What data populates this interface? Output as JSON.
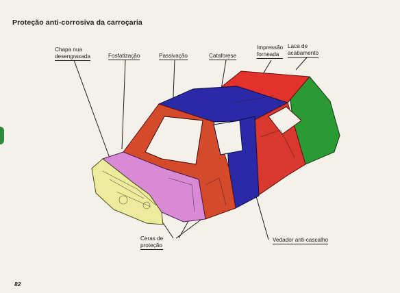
{
  "page": {
    "title": "Proteção anti-corrosiva da carroçaria",
    "page_number": "82"
  },
  "labels": {
    "chapa_nua": [
      "Chapa nua",
      "desengraxada"
    ],
    "fosfatizacao": "Fosfatização",
    "passivacao": "Passivação",
    "cataforese": "Cataforese",
    "impressao": [
      "Impressão",
      "forneada"
    ],
    "laca": [
      "Laca de",
      "acabamento"
    ],
    "ceras": [
      "Ceras de",
      "proteção"
    ],
    "vedador": "Vedador anti-cascalho"
  },
  "colors": {
    "background": "#f4f1ea",
    "bare_metal": "#ecec9c",
    "phosphate": "#d98ad6",
    "passivation": "#d64a2c",
    "cataphoresis": "#2a2aa8",
    "primer": "#e3312c",
    "topcoat": "#2c9a34",
    "accent_tab": "#2e8a3a"
  }
}
